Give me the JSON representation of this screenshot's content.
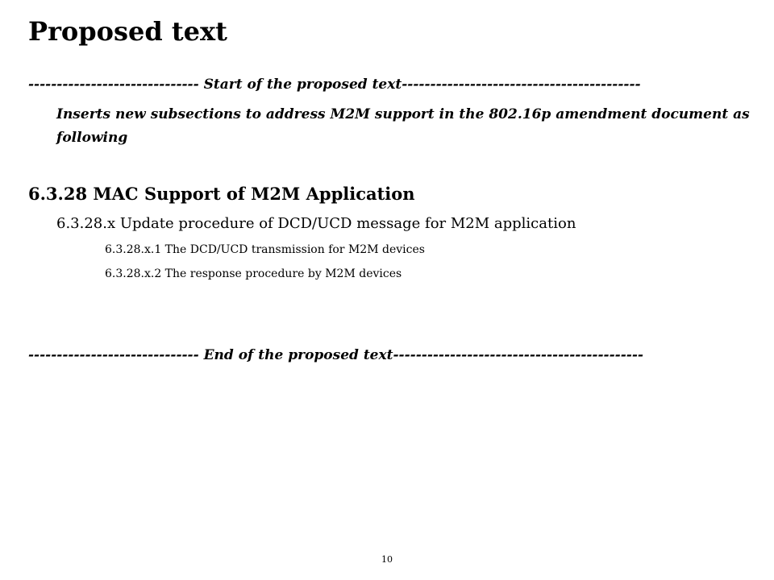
{
  "slide": {
    "title": "Proposed text",
    "start_marker": "------------------------------ Start of the proposed text------------------------------------------",
    "intro": "Inserts new subsections to address M2M support in the 802.16p amendment document as following",
    "section_heading": "6.3.28 MAC Support of M2M Application",
    "subsection": "6.3.28.x Update procedure of DCD/UCD message for M2M application",
    "subsubsections": [
      "6.3.28.x.1  The DCD/UCD transmission for M2M devices",
      "6.3.28.x.2  The response procedure by M2M devices"
    ],
    "end_marker": "------------------------------ End of the proposed text--------------------------------------------",
    "page_number": "10"
  }
}
